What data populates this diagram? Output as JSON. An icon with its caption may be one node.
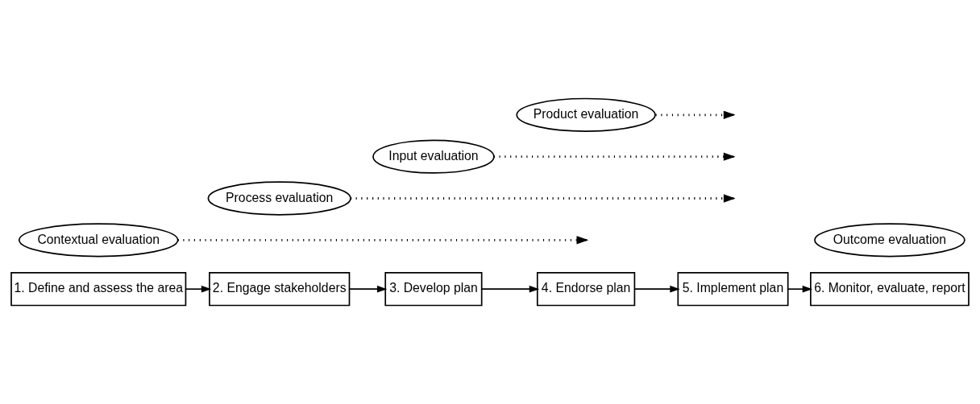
{
  "diagram": {
    "nodes": [
      {
        "text": [
          "1. Define and assess the area"
        ]
      },
      {
        "text": [
          "2. Engage stakeholders"
        ]
      },
      {
        "text": [
          "3. Develop plan"
        ]
      },
      {
        "text": [
          "4. Endorse plan"
        ]
      },
      {
        "text": [
          "5. Implement plan"
        ]
      },
      {
        "text": [
          "6. Monitor, evaluate, report"
        ]
      },
      {
        "text": [
          "Contextual evaluation"
        ]
      },
      {
        "text": [
          "Process evaluation"
        ]
      },
      {
        "text": [
          "Input evaluation"
        ]
      },
      {
        "text": [
          "Product evaluation"
        ]
      },
      {
        "text": [
          "Outcome evaluation"
        ]
      }
    ],
    "edges": [
      {
        "from": 0,
        "to": 1,
        "arrow": "to"
      },
      {
        "from": 1,
        "to": 2,
        "arrow": "to"
      },
      {
        "from": 2,
        "to": 3,
        "arrow": "to"
      },
      {
        "from": 3,
        "to": 4,
        "arrow": "to"
      },
      {
        "from": 4,
        "to": 5,
        "arrow": "to"
      },
      {
        "from": 6,
        "to": null,
        "arrow": "to",
        "style": "dashed"
      },
      {
        "from": 7,
        "to": null,
        "arrow": "to",
        "style": "dashed"
      },
      {
        "from": 8,
        "to": null,
        "arrow": "to",
        "style": "dashed"
      },
      {
        "from": 9,
        "to": null,
        "arrow": "to",
        "style": "dashed"
      }
    ]
  }
}
